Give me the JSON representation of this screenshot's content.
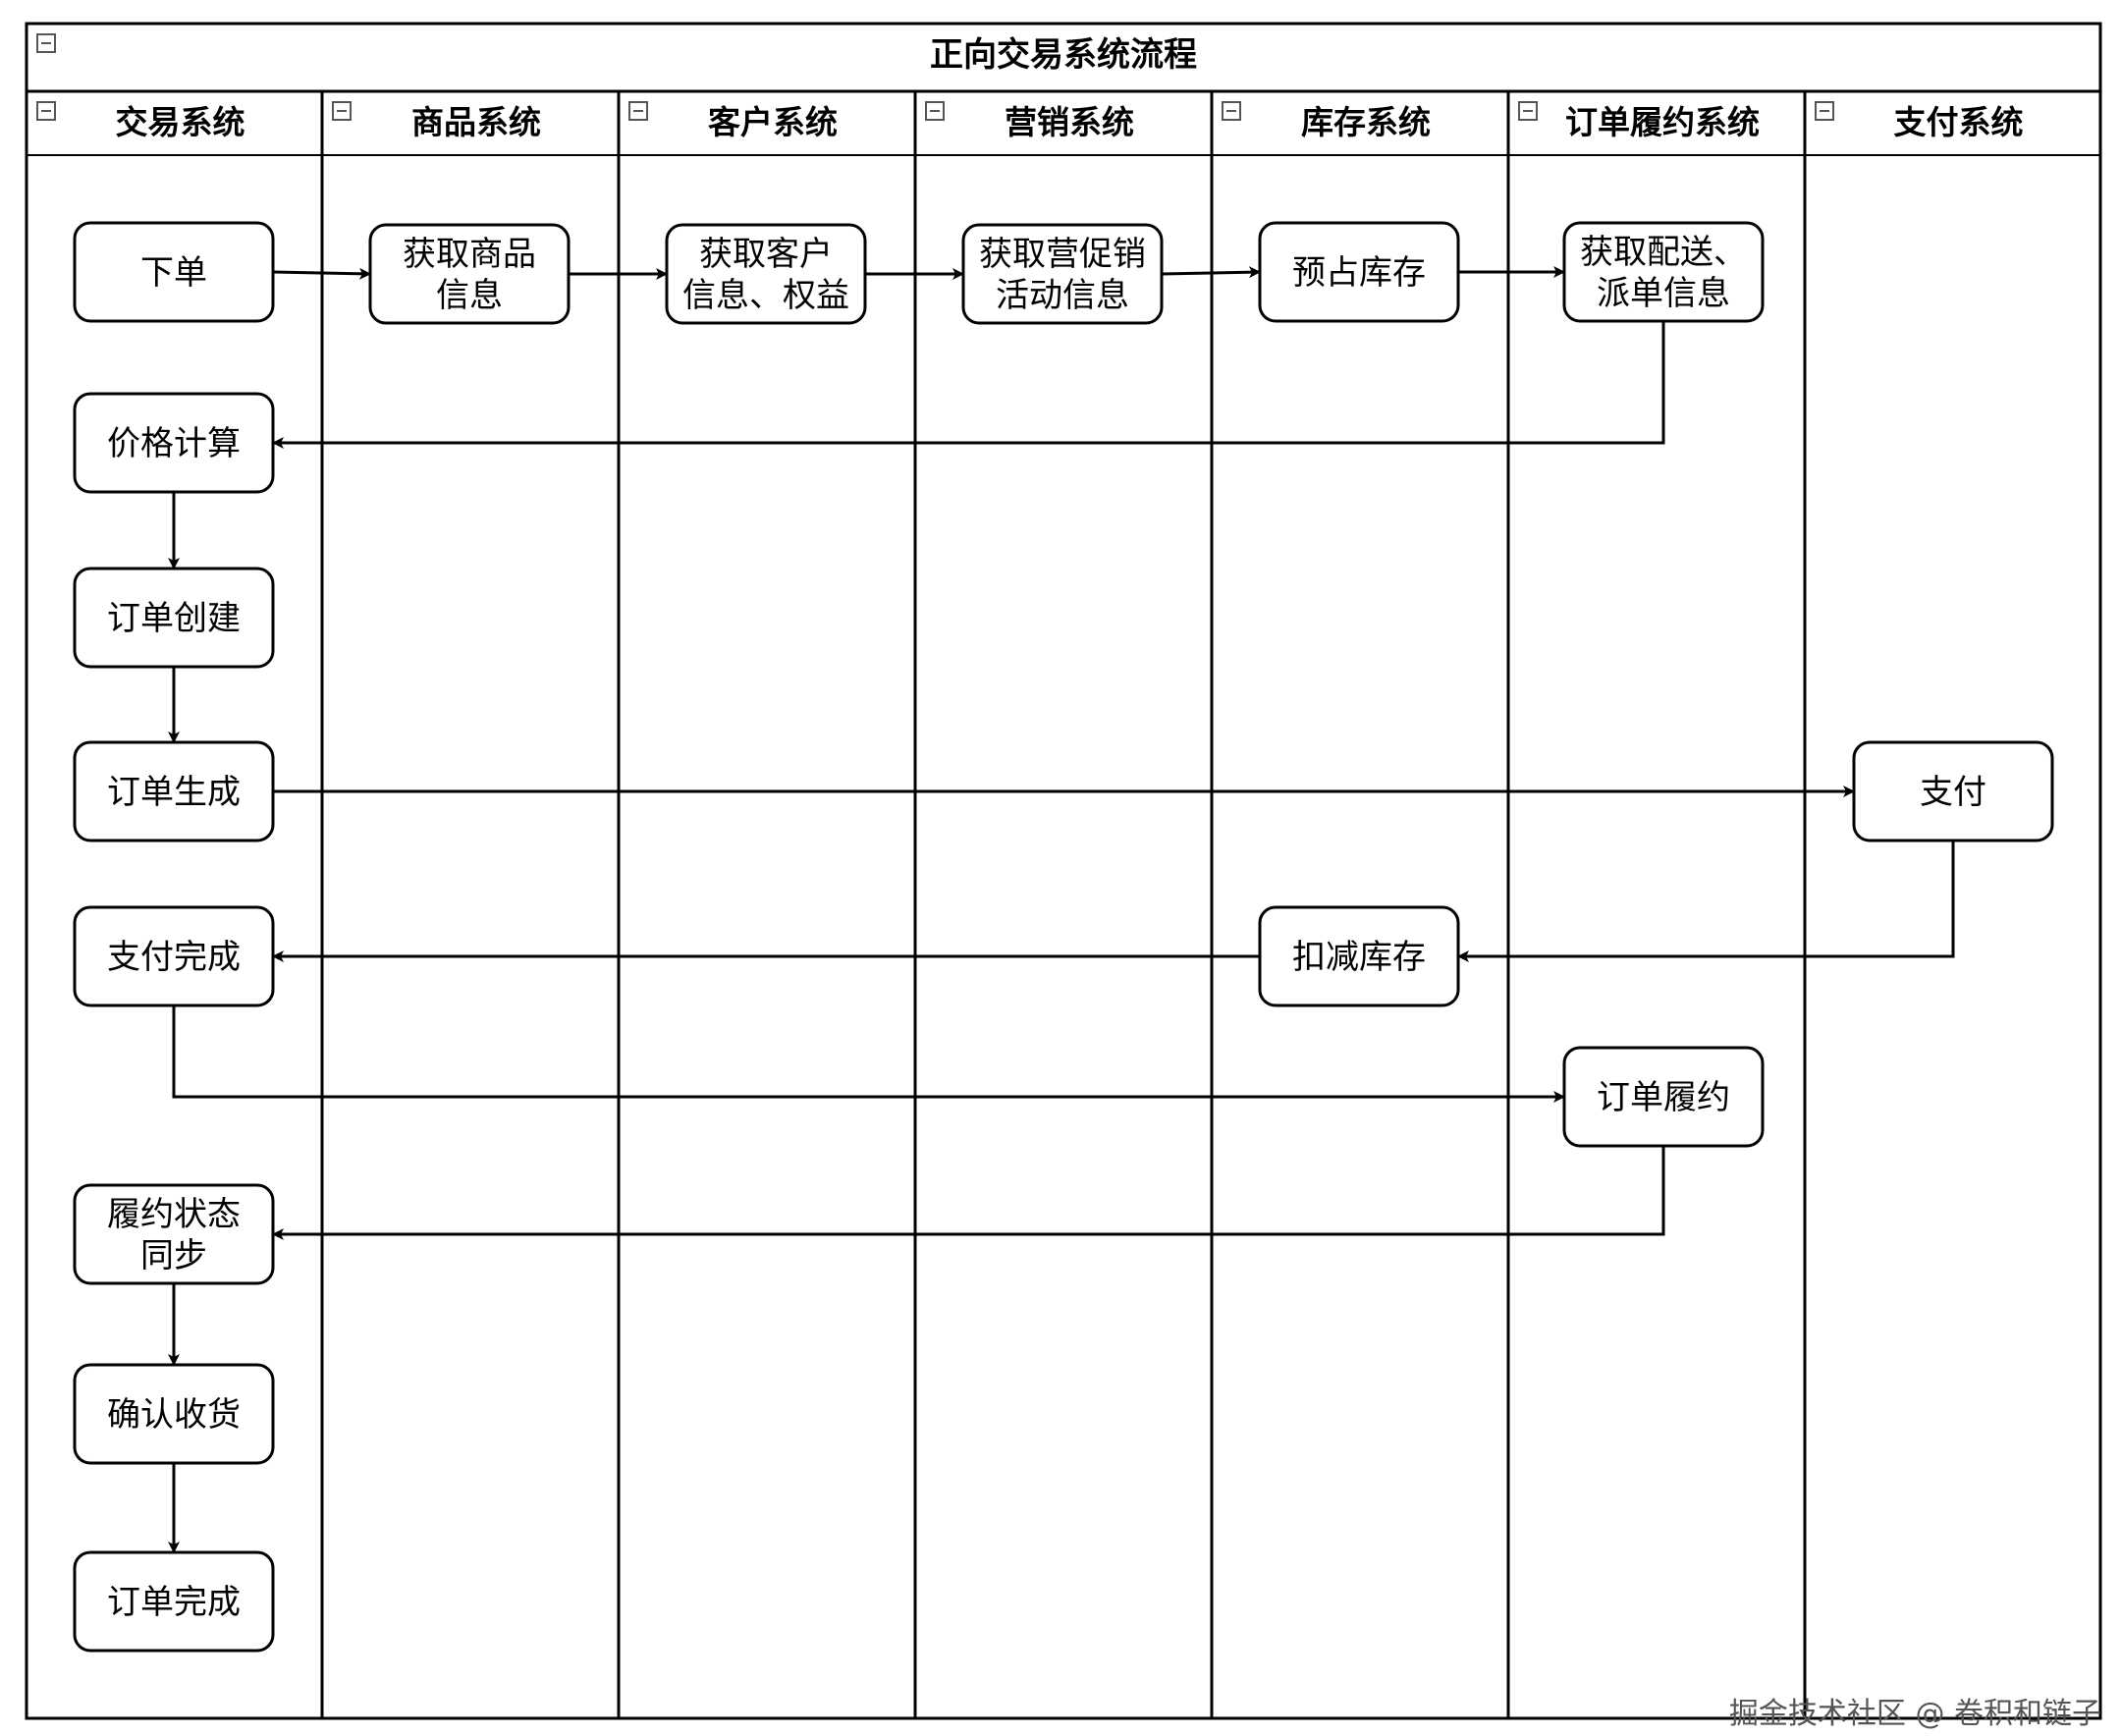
{
  "title": "正向交易系统流程",
  "lanes": [
    {
      "id": "trade",
      "label": "交易系统"
    },
    {
      "id": "product",
      "label": "商品系统"
    },
    {
      "id": "customer",
      "label": "客户系统"
    },
    {
      "id": "marketing",
      "label": "营销系统"
    },
    {
      "id": "inventory",
      "label": "库存系统"
    },
    {
      "id": "fulfillment",
      "label": "订单履约系统"
    },
    {
      "id": "payment",
      "label": "支付系统"
    }
  ],
  "nodes": [
    {
      "id": "place-order",
      "lane": "trade",
      "lines": [
        "下单"
      ]
    },
    {
      "id": "get-product-info",
      "lane": "product",
      "lines": [
        "获取商品",
        "信息"
      ]
    },
    {
      "id": "get-customer-info",
      "lane": "customer",
      "lines": [
        "获取客户",
        "信息、权益"
      ]
    },
    {
      "id": "get-promo-info",
      "lane": "marketing",
      "lines": [
        "获取营促销",
        "活动信息"
      ]
    },
    {
      "id": "reserve-stock",
      "lane": "inventory",
      "lines": [
        "预占库存"
      ]
    },
    {
      "id": "get-delivery-info",
      "lane": "fulfillment",
      "lines": [
        "获取配送、",
        "派单信息"
      ]
    },
    {
      "id": "price-calc",
      "lane": "trade",
      "lines": [
        "价格计算"
      ]
    },
    {
      "id": "order-create",
      "lane": "trade",
      "lines": [
        "订单创建"
      ]
    },
    {
      "id": "order-generate",
      "lane": "trade",
      "lines": [
        "订单生成"
      ]
    },
    {
      "id": "pay",
      "lane": "payment",
      "lines": [
        "支付"
      ]
    },
    {
      "id": "deduct-stock",
      "lane": "inventory",
      "lines": [
        "扣减库存"
      ]
    },
    {
      "id": "pay-complete",
      "lane": "trade",
      "lines": [
        "支付完成"
      ]
    },
    {
      "id": "order-fulfill",
      "lane": "fulfillment",
      "lines": [
        "订单履约"
      ]
    },
    {
      "id": "fulfill-status-sync",
      "lane": "trade",
      "lines": [
        "履约状态",
        "同步"
      ]
    },
    {
      "id": "confirm-receipt",
      "lane": "trade",
      "lines": [
        "确认收货"
      ]
    },
    {
      "id": "order-complete",
      "lane": "trade",
      "lines": [
        "订单完成"
      ]
    }
  ],
  "edges": [
    {
      "from": "place-order",
      "to": "get-product-info"
    },
    {
      "from": "get-product-info",
      "to": "get-customer-info"
    },
    {
      "from": "get-customer-info",
      "to": "get-promo-info"
    },
    {
      "from": "get-promo-info",
      "to": "reserve-stock"
    },
    {
      "from": "reserve-stock",
      "to": "get-delivery-info"
    },
    {
      "from": "get-delivery-info",
      "to": "price-calc"
    },
    {
      "from": "price-calc",
      "to": "order-create"
    },
    {
      "from": "order-create",
      "to": "order-generate"
    },
    {
      "from": "order-generate",
      "to": "pay"
    },
    {
      "from": "pay",
      "to": "deduct-stock"
    },
    {
      "from": "deduct-stock",
      "to": "pay-complete"
    },
    {
      "from": "pay-complete",
      "to": "order-fulfill"
    },
    {
      "from": "order-fulfill",
      "to": "fulfill-status-sync"
    },
    {
      "from": "fulfill-status-sync",
      "to": "confirm-receipt"
    },
    {
      "from": "confirm-receipt",
      "to": "order-complete"
    }
  ],
  "watermark": "掘金技术社区 @ 卷积和链子",
  "colors": {
    "stroke": "#000000",
    "background": "#ffffff",
    "node_fill": "#ffffff",
    "collapse_icon": "#555555"
  },
  "icons": {
    "collapse": "minus-box-icon"
  }
}
